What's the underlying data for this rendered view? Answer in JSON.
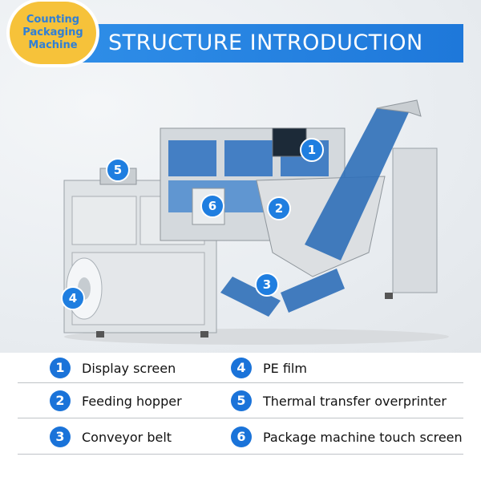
{
  "badge": {
    "line1": "Counting",
    "line2": "Packaging",
    "line3": "Machine"
  },
  "header": {
    "title": "STRUCTURE INTRODUCTION"
  },
  "photo_markers": [
    "1",
    "2",
    "3",
    "4",
    "5",
    "6"
  ],
  "legend": [
    {
      "num": "1",
      "label": "Display screen"
    },
    {
      "num": "4",
      "label": "PE film"
    },
    {
      "num": "2",
      "label": "Feeding hopper"
    },
    {
      "num": "5",
      "label": "Thermal transfer overprinter"
    },
    {
      "num": "3",
      "label": "Conveyor belt"
    },
    {
      "num": "6",
      "label": "Package machine touch screen"
    }
  ],
  "colors": {
    "accent": "#1e78da",
    "badge": "#f6c23a",
    "marker": "#1f7ee0"
  }
}
